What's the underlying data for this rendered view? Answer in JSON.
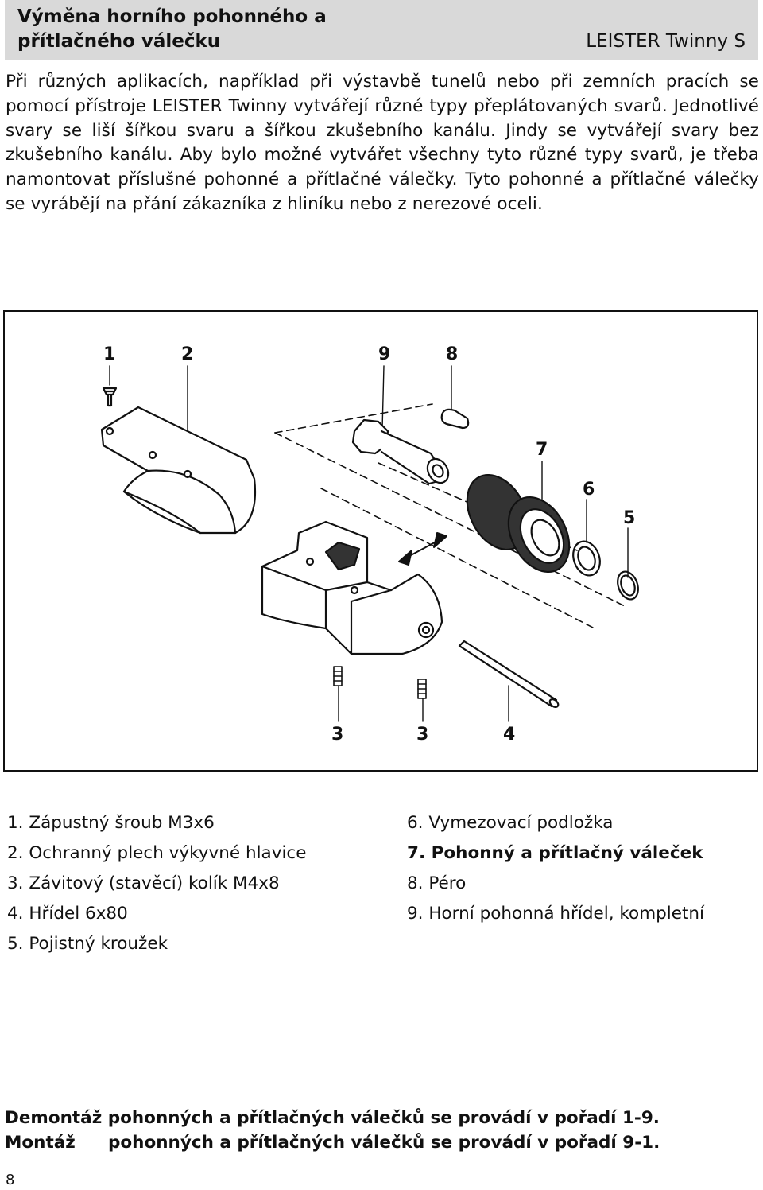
{
  "header": {
    "title_line1": "Výměna horního pohonného a",
    "title_line2": "přítlačného válečku",
    "product": "LEISTER Twinny S"
  },
  "intro": "Při různých aplikacích, například při výstavbě tunelů nebo při zemních pracích se pomocí přístroje LEISTER Twinny vytvářejí různé typy přeplátovaných svarů. Jednotlivé svary se liší šířkou svaru a šířkou zkušebního kanálu. Jindy se vytvářejí svary bez zkušebního kanálu. Aby bylo možné vytvářet všechny tyto různé typy svarů, je třeba namontovat příslušné pohonné a přítlačné válečky. Tyto pohonné a přítlačné válečky se vyrábějí na přání zákazníka z hliníku nebo z nerezové oceli.",
  "figure": {
    "callouts": {
      "c1": "1",
      "c2": "2",
      "c9": "9",
      "c8": "8",
      "c7": "7",
      "c6": "6",
      "c5": "5",
      "c3a": "3",
      "c3b": "3",
      "c4": "4"
    }
  },
  "parts_left": [
    "1. Zápustný šroub M3x6",
    "2. Ochranný plech výkyvné hlavice",
    "3. Závitový (stavěcí) kolík M4x8",
    "4. Hřídel 6x80",
    "5. Pojistný kroužek"
  ],
  "parts_right": [
    "6. Vymezovací podložka",
    "7. Pohonný a přítlačný váleček",
    "8. Péro",
    "9. Horní pohonná hřídel, kompletní"
  ],
  "order": {
    "line1_key": "Demontáž",
    "line1_text": "pohonných a přítlačných válečků se provádí v pořadí 1-9.",
    "line2_key": "Montáž",
    "line2_text": "pohonných a přítlačných válečků se provádí v pořadí 9-1."
  },
  "page_number": "8"
}
